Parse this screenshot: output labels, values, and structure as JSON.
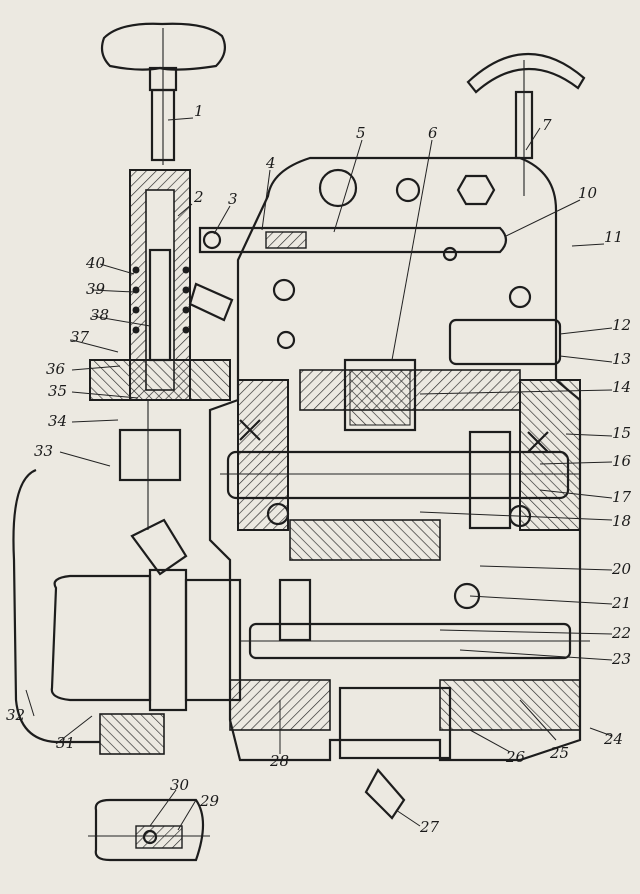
{
  "callouts": [
    "1",
    "2",
    "3",
    "4",
    "5",
    "6",
    "7",
    "10",
    "11",
    "12",
    "13",
    "14",
    "15",
    "16",
    "17",
    "18",
    "20",
    "21",
    "22",
    "23",
    "24",
    "25",
    "26",
    "27",
    "28",
    "29",
    "30",
    "31",
    "32",
    "33",
    "34",
    "35",
    "36",
    "37",
    "38",
    "39",
    "40"
  ]
}
